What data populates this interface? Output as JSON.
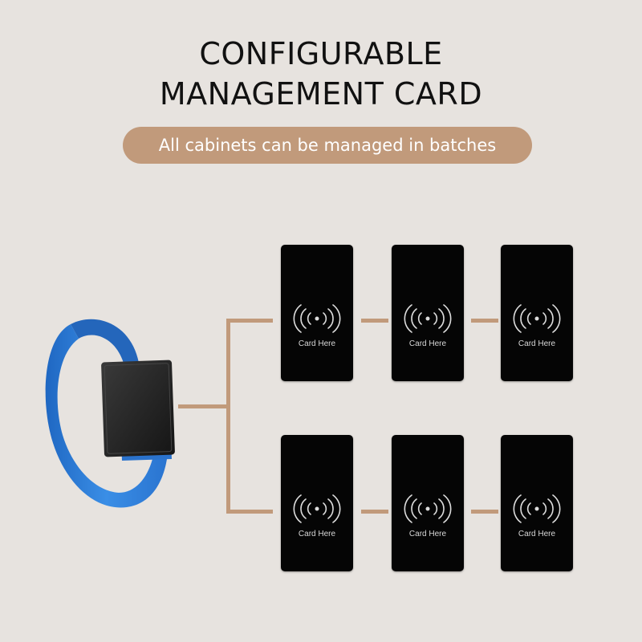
{
  "header": {
    "title_line1": "CONFIGURABLE",
    "title_line2": "MANAGEMENT CARD",
    "subtitle": "All cabinets can be managed in batches"
  },
  "panel_label": "Card Here",
  "icons": {
    "panel_icon": "nfc-contactless-icon",
    "band": "rfid-wristband-image"
  },
  "colors": {
    "background": "#e7e3df",
    "accent": "#c19a7b",
    "panel": "#050505",
    "band": "#2e7fd6"
  }
}
